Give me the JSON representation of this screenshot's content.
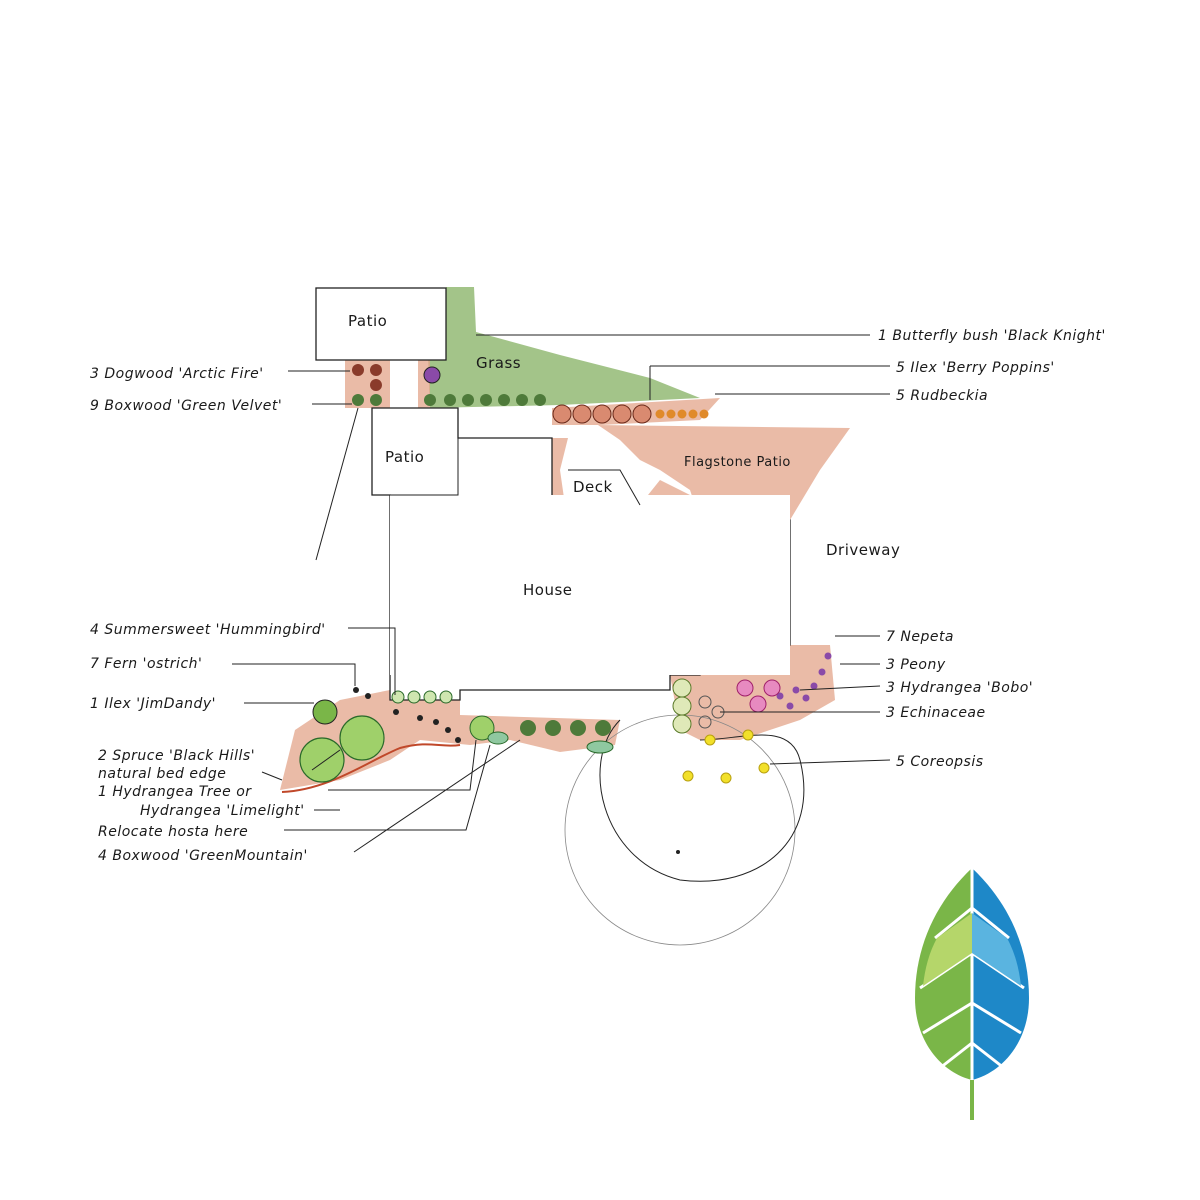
{
  "areas": {
    "patio_top": "Patio",
    "patio_mid": "Patio",
    "grass": "Grass",
    "deck": "Deck",
    "flagstone": "Flagstone Patio",
    "house": "House",
    "driveway": "Driveway"
  },
  "labels_left": [
    "3 Dogwood 'Arctic Fire'",
    "9 Boxwood 'Green Velvet'",
    "4 Summersweet 'Hummingbird'",
    "7 Fern 'ostrich'",
    "1 Ilex 'JimDandy'",
    "2 Spruce 'Black Hills'",
    "natural bed edge",
    "1 Hydrangea Tree or",
    "Hydrangea 'Limelight'",
    "Relocate hosta here",
    "4 Boxwood 'GreenMountain'"
  ],
  "labels_right": [
    "1 Butterfly bush 'Black Knight'",
    "5 Ilex 'Berry Poppins'",
    "5 Rudbeckia",
    "7 Nepeta",
    "3 Peony",
    "3 Hydrangea 'Bobo'",
    "3 Echinaceae",
    "5 Coreopsis"
  ],
  "colors": {
    "mulch": "#e3a48a",
    "grass": "#8cb56b",
    "boxwood": "#4e7a3a",
    "dogwood": "#8a3b2b",
    "ilex": "#c96a4a",
    "rudbeckia": "#e08a2a",
    "butterfly_bush": "#8a4aa8",
    "peony": "#e04aa0",
    "coreopsis": "#f2e02a",
    "leaf_green": "#7ab648",
    "leaf_blue": "#1e88c8"
  },
  "logo_icon": "leaf-icon"
}
